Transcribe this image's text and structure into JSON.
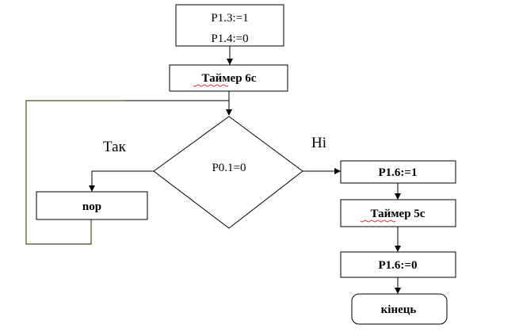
{
  "nodes": {
    "init": {
      "line1": "P1.3:=1",
      "line2": "P1.4:=0"
    },
    "timer6": {
      "label": "Таймер 6с"
    },
    "decision": {
      "label": "P0.1=0"
    },
    "nop": {
      "label": "nop"
    },
    "set_p16": {
      "label": "P1.6:=1"
    },
    "timer5": {
      "label": "Таймер 5с"
    },
    "clear_p16": {
      "label": "P1.6:=0"
    },
    "end": {
      "label": "кінець"
    }
  },
  "branches": {
    "yes": "Так",
    "no": "Ні"
  }
}
